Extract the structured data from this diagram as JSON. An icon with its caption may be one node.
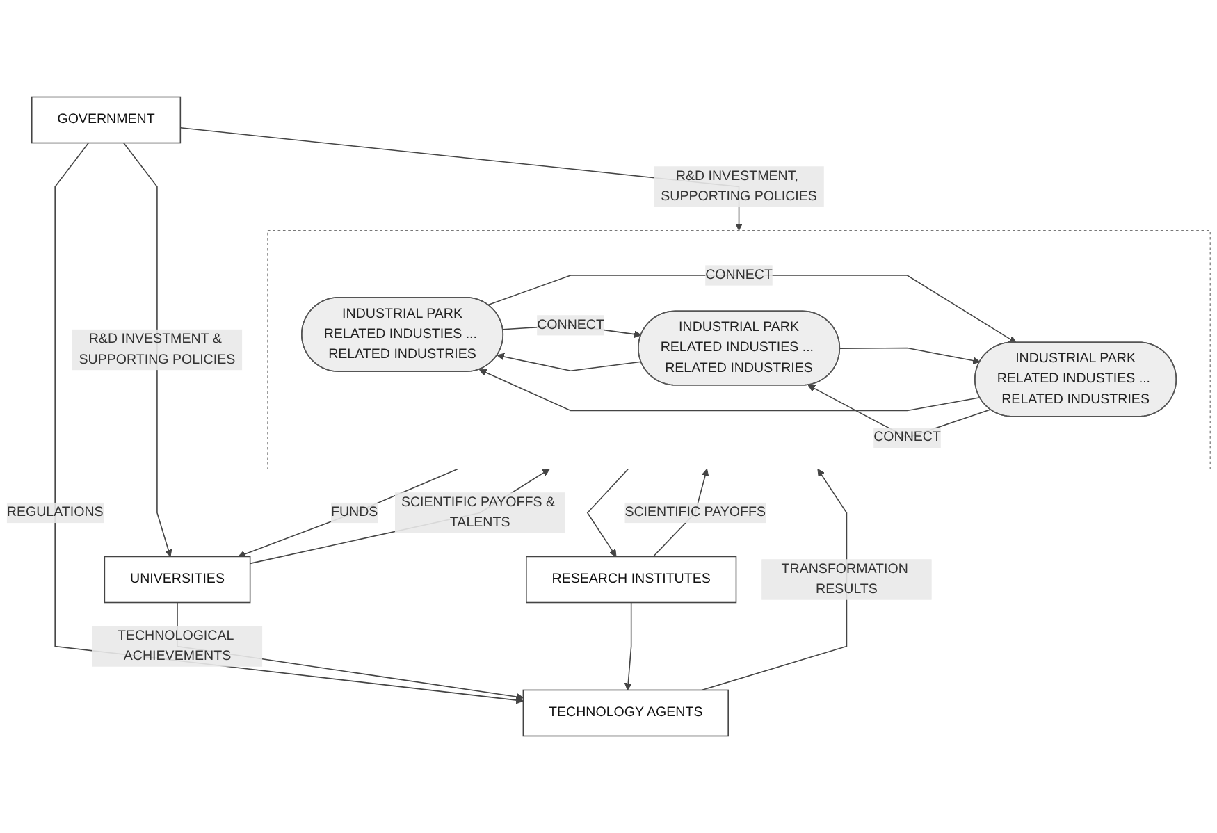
{
  "diagram": {
    "nodes": [
      {
        "text": [
          "UNIVERSITIES"
        ]
      },
      {
        "text": [],
        "shape": "box"
      },
      {
        "text": [
          "INDUSTRIAL PARK",
          "RELATED INDUSTIES ... RELATED INDUSTRIES"
        ],
        "in": 1
      },
      {
        "text": [
          "INDUSTRIAL PARK",
          "RELATED INDUSTIES ... RELATED INDUSTRIES"
        ],
        "in": 1
      },
      {
        "text": [
          "GOVERNMENT"
        ]
      },
      {
        "text": [
          "INDUSTRIAL PARK",
          "RELATED INDUSTIES ... RELATED INDUSTRIES"
        ],
        "in": 1
      },
      {
        "text": [
          "TECHNOLOGY AGENTS"
        ]
      },
      {
        "text": [
          "RESEARCH INSTITUTES"
        ]
      }
    ],
    "edges": [
      {
        "from": 4,
        "to": 0,
        "arrow": "to",
        "label": "R&D INVESTMENT & SUPPORTING POLICIES"
      },
      {
        "from": 0,
        "to": 1,
        "arrow": "to",
        "label": "SCIENTIFIC PAYOFFS & TALENTS"
      },
      {
        "from": 4,
        "to": 1,
        "arrow": "to",
        "label": "R&D INVESTMENT, SUPPORTING POLICIES"
      },
      {
        "from": 2,
        "to": 3,
        "arrow": "to",
        "label": "CONNECT"
      },
      {
        "from": 3,
        "to": 2,
        "arrow": "to"
      },
      {
        "from": 2,
        "to": 5,
        "arrow": "to",
        "label": "CONNECT"
      },
      {
        "from": 5,
        "to": 2,
        "arrow": "to"
      },
      {
        "from": 5,
        "to": 3,
        "arrow": "to",
        "label": "CONNECT"
      },
      {
        "from": 3,
        "to": 5,
        "arrow": "to"
      },
      {
        "from": 1,
        "to": 0,
        "arrow": "to",
        "label": "FUNDS"
      },
      {
        "from": 1,
        "to": 7,
        "arrow": "to"
      },
      {
        "from": 4,
        "to": 6,
        "arrow": "to",
        "label": "REGULATIONS"
      },
      {
        "from": 6,
        "to": 1,
        "arrow": "to",
        "label": "TRANSFORMATION RESULTS"
      },
      {
        "from": 7,
        "to": 1,
        "arrow": "to",
        "label": "SCIENTIFIC PAYOFFS"
      },
      {
        "from": 0,
        "to": 6,
        "arrow": "to",
        "label": "TECHNOLOGICAL ACHIEVEMENTS"
      },
      {
        "from": 7,
        "to": 6,
        "arrow": "to"
      }
    ]
  }
}
